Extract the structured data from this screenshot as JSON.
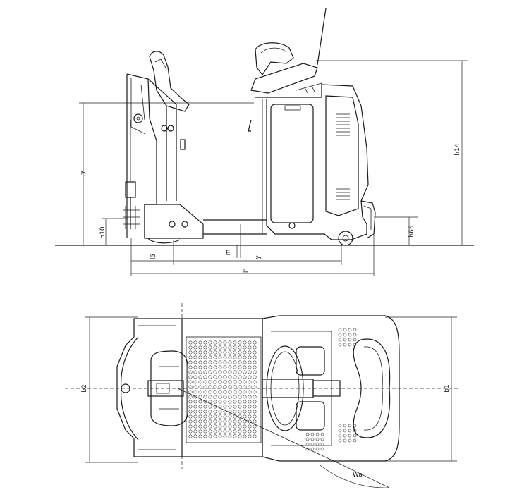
{
  "side_view": {
    "dimensions": {
      "h7": "h7",
      "h10": "h10",
      "l5": "l5",
      "m": "m",
      "y": "y",
      "l1": "l1",
      "h65": "h65",
      "h14": "h14"
    }
  },
  "top_view": {
    "dimensions": {
      "b2": "b2",
      "b1": "b1",
      "wa": "Wa"
    }
  }
}
